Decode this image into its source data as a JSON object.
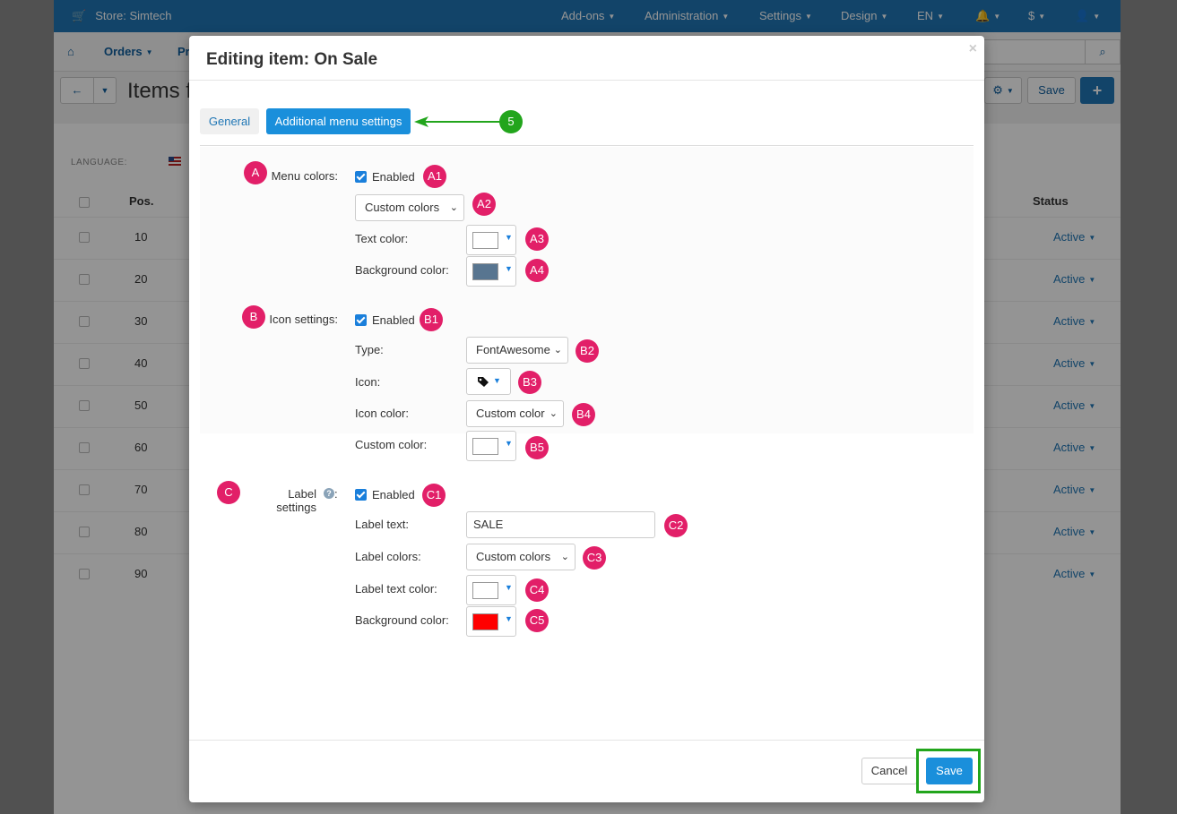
{
  "topbar": {
    "store": "Store: Simtech",
    "menus": [
      "Add-ons",
      "Administration",
      "Settings",
      "Design",
      "EN",
      "$"
    ]
  },
  "nav": {
    "orders": "Orders",
    "products_partial": "Pr"
  },
  "page": {
    "title_partial": "Items f",
    "save": "Save"
  },
  "list": {
    "language_label": "LANGUAGE:",
    "col_pos": "Pos.",
    "col_status": "Status",
    "rows": [
      {
        "pos": "10",
        "status": "Active"
      },
      {
        "pos": "20",
        "status": "Active"
      },
      {
        "pos": "30",
        "status": "Active"
      },
      {
        "pos": "40",
        "status": "Active"
      },
      {
        "pos": "50",
        "status": "Active"
      },
      {
        "pos": "60",
        "status": "Active"
      },
      {
        "pos": "70",
        "status": "Active"
      },
      {
        "pos": "80",
        "status": "Active"
      },
      {
        "pos": "90",
        "status": "Active"
      }
    ]
  },
  "modal": {
    "title": "Editing item: On Sale",
    "tabs": [
      {
        "label": "General",
        "active": false
      },
      {
        "label": "Additional menu settings",
        "active": true
      }
    ],
    "menu_colors": {
      "label": "Menu colors:",
      "enabled": "Enabled",
      "mode": "Custom colors",
      "text_color_label": "Text color:",
      "text_color": "#ffffff",
      "bg_color_label": "Background color:",
      "bg_color": "#587590"
    },
    "icon_settings": {
      "label": "Icon settings:",
      "enabled": "Enabled",
      "type_label": "Type:",
      "type": "FontAwesome",
      "icon_label": "Icon:",
      "icon": "tag-icon",
      "icon_color_label": "Icon color:",
      "icon_color_mode": "Custom color",
      "custom_color_label": "Custom color:",
      "custom_color": "#ffffff"
    },
    "label_settings": {
      "label": "Label settings",
      "colon": ":",
      "enabled": "Enabled",
      "text_label": "Label text:",
      "text": "SALE",
      "colors_label": "Label colors:",
      "colors_mode": "Custom colors",
      "text_color_label": "Label text color:",
      "text_color": "#ffffff",
      "bg_color_label": "Background color:",
      "bg_color": "#ff0000"
    },
    "footer": {
      "cancel": "Cancel",
      "save": "Save"
    }
  },
  "annotations": {
    "step": "5",
    "A": "A",
    "A1": "A1",
    "A2": "A2",
    "A3": "A3",
    "A4": "A4",
    "B": "B",
    "B1": "B1",
    "B2": "B2",
    "B3": "B3",
    "B4": "B4",
    "B5": "B5",
    "C": "C",
    "C1": "C1",
    "C2": "C2",
    "C3": "C3",
    "C4": "C4",
    "C5": "C5"
  },
  "colors": {
    "brand": "#1f76b5",
    "accent": "#1a8fdb",
    "annotation": "#e21f68",
    "highlight": "#22a51c"
  }
}
